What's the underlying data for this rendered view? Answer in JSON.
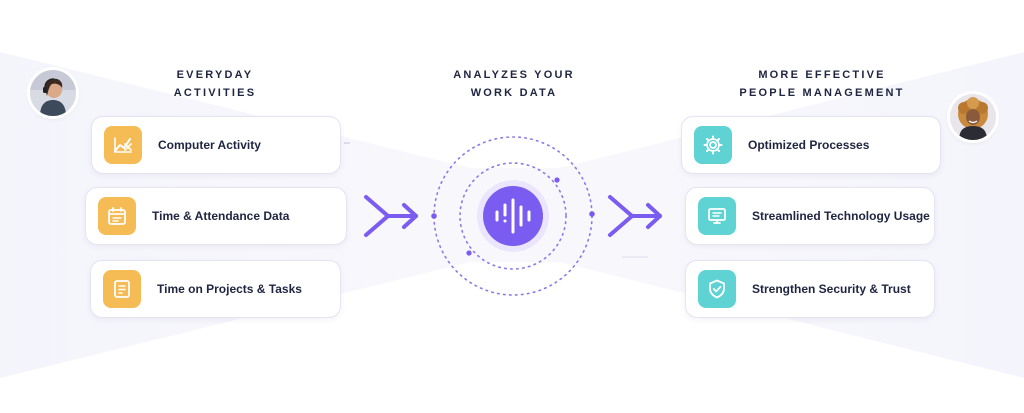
{
  "headings": {
    "left": [
      "EVERYDAY",
      "ACTIVITIES"
    ],
    "center": [
      "ANALYZES YOUR",
      "WORK DATA"
    ],
    "right": [
      "MORE EFFECTIVE",
      "PEOPLE MANAGEMENT"
    ]
  },
  "inputs": [
    {
      "label": "Computer Activity",
      "icon": "activity-chart-icon"
    },
    {
      "label": "Time & Attendance Data",
      "icon": "calendar-icon"
    },
    {
      "label": "Time on Projects & Tasks",
      "icon": "task-list-icon"
    }
  ],
  "outputs": [
    {
      "label": "Optimized Processes",
      "icon": "gear-icon"
    },
    {
      "label": "Streamlined Technology Usage",
      "icon": "monitor-icon"
    },
    {
      "label": "Strengthen Security & Trust",
      "icon": "shield-check-icon"
    }
  ],
  "colors": {
    "input_tile": "#f5bc56",
    "output_tile": "#5fd3d3",
    "accent": "#7a5cf0",
    "heading": "#1f2440"
  }
}
